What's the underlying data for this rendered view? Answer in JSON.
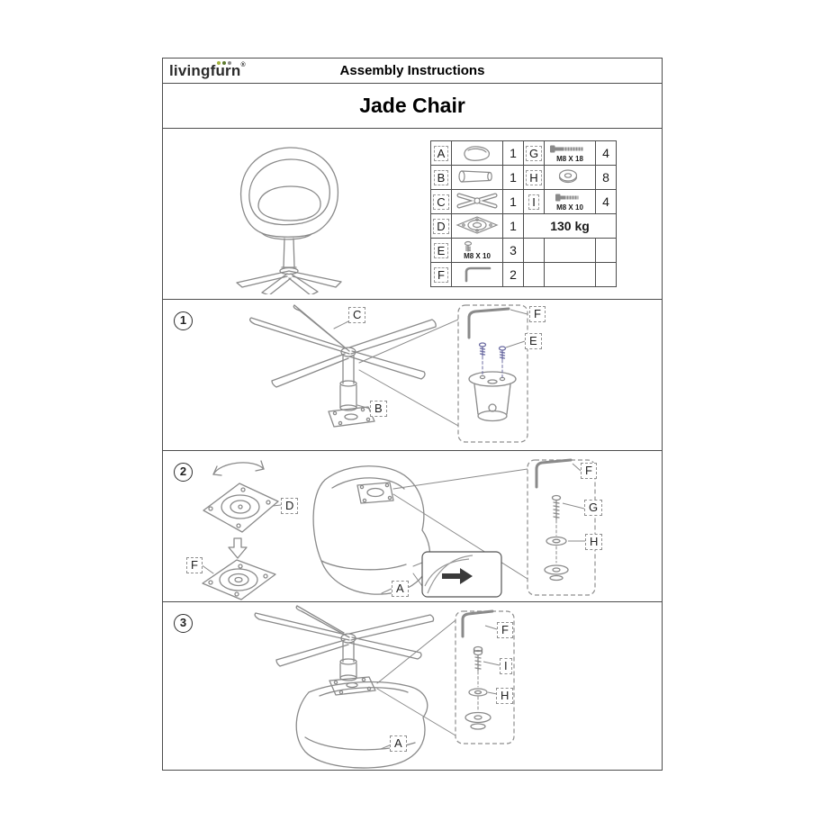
{
  "header": {
    "brand": "livingfurn",
    "brand_mark": "®",
    "title": "Assembly Instructions"
  },
  "product": {
    "title": "Jade Chair"
  },
  "parts_table": {
    "rows": [
      {
        "l_letter": "A",
        "l_icon": "shell-icon",
        "l_qty": "1",
        "r_letter": "G",
        "r_icon": "bolt-icon",
        "r_size": "M8 X 18",
        "r_qty": "4"
      },
      {
        "l_letter": "B",
        "l_icon": "column-icon",
        "l_qty": "1",
        "r_letter": "H",
        "r_icon": "washer-icon",
        "r_qty": "8"
      },
      {
        "l_letter": "C",
        "l_icon": "cross-base-icon",
        "l_qty": "1",
        "r_letter": "I",
        "r_icon": "bolt-icon",
        "r_size": "M8 X 10",
        "r_qty": "4"
      },
      {
        "l_letter": "D",
        "l_icon": "swivel-plate-icon",
        "l_qty": "1"
      },
      {
        "l_letter": "E",
        "l_icon": "bolt-icon",
        "l_size": "M8 X 10",
        "l_qty": "3"
      },
      {
        "l_letter": "F",
        "l_icon": "allen-key-icon",
        "l_qty": "2"
      }
    ],
    "max_load": "130 kg"
  },
  "steps": {
    "step1": {
      "number": "1",
      "label_c": "C",
      "label_b": "B",
      "label_f": "F",
      "label_e": "E"
    },
    "step2": {
      "number": "2",
      "label_d": "D",
      "label_f": "F",
      "label_a": "A",
      "inset_f": "F",
      "inset_g": "G",
      "inset_h": "H"
    },
    "step3": {
      "number": "3",
      "label_a": "A",
      "inset_f": "F",
      "inset_i": "I",
      "inset_h": "H"
    }
  },
  "colors": {
    "line_art": "#8a8a8a",
    "frame_border": "#4d4d4d",
    "accent_screw": "#6c6ca2",
    "brand_dots": [
      "#a3b23c",
      "#5d7a2e",
      "#8c8c8c"
    ]
  }
}
